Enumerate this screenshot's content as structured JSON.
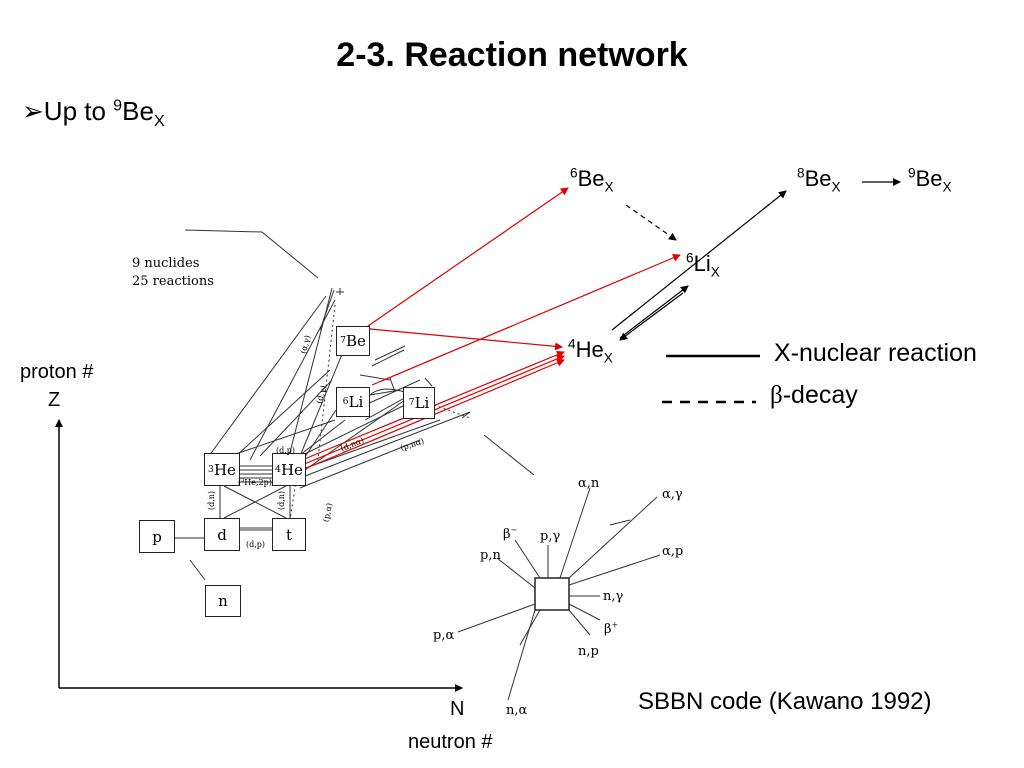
{
  "title": "2-3. Reaction network",
  "bullet": {
    "marker": "➢",
    "text": "Up to ",
    "sup": "9",
    "base": "Be",
    "sub": "X"
  },
  "x_nuclei": [
    {
      "sup": "6",
      "base": "Be",
      "sub": "X"
    },
    {
      "sup": "8",
      "base": "Be",
      "sub": "X"
    },
    {
      "sup": "9",
      "base": "Be",
      "sub": "X"
    },
    {
      "sup": "6",
      "base": "Li",
      "sub": "X"
    },
    {
      "sup": "4",
      "base": "He",
      "sub": "X"
    }
  ],
  "legend": {
    "solid_label": "X-nuclear reaction",
    "dashed_symbol": "β",
    "dashed_label": "-decay"
  },
  "axes": {
    "y_label": "proton #",
    "y_symbol": "Z",
    "x_symbol": "N",
    "x_label": "neutron #"
  },
  "credit": "SBBN code (Kawano 1992)",
  "scan": {
    "summary_line1": "9 nuclides",
    "summary_line2": "25 reactions",
    "nuclides": {
      "be7": {
        "sup": "7",
        "base": "Be"
      },
      "li6": {
        "sup": "6",
        "base": "Li"
      },
      "li7": {
        "sup": "7",
        "base": "Li"
      },
      "he3": {
        "sup": "3",
        "base": "He"
      },
      "he4": {
        "sup": "4",
        "base": "He"
      },
      "p": "p",
      "d": "d",
      "t": "t",
      "n": "n"
    },
    "reaction_labels": {
      "dp_top": "(d,p)",
      "he3_2p": "He,2p",
      "he3_2p_sup": "3",
      "dp_bottom": "(d,p)",
      "dn_left": "(d,n)",
      "dn_right": "(d,n)",
      "ag": "(α,γ)",
      "dg": "(d,γ)",
      "pa": "(p,α)",
      "dna": "(d,nα)",
      "pna": "(p,nα)"
    },
    "rose": {
      "an": "α,n",
      "ag": "α,γ",
      "ap": "α,p",
      "bminus": "β",
      "bminus_sup": "−",
      "pg": "p,γ",
      "pn": "p,n",
      "ng": "n,γ",
      "bplus": "β",
      "bplus_sup": "+",
      "pa": "p,α",
      "np": "n,p",
      "na": "n,α"
    }
  },
  "colors": {
    "reaction_arrow": "#e00000",
    "line": "#000000",
    "scan_line": "#333333"
  }
}
